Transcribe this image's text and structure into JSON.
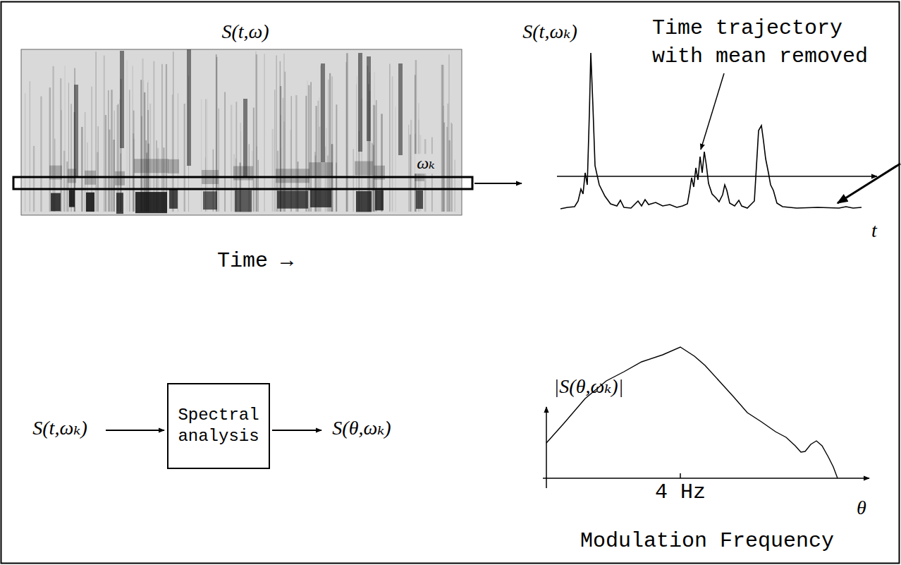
{
  "diagram": {
    "nodes": [
      {
        "text": [
          "Spectral analysis"
        ]
      }
    ],
    "labels": [
      "S(t,ω)",
      "ωₖ",
      "Time →",
      "S(t,ωₖ)",
      "Time trajectory with mean removed",
      "t",
      "|S(θ,ωₖ)|",
      "4 Hz",
      "θ",
      "Modulation Frequency",
      "S(t,ωₖ)",
      "S(θ,ωₖ)"
    ]
  }
}
